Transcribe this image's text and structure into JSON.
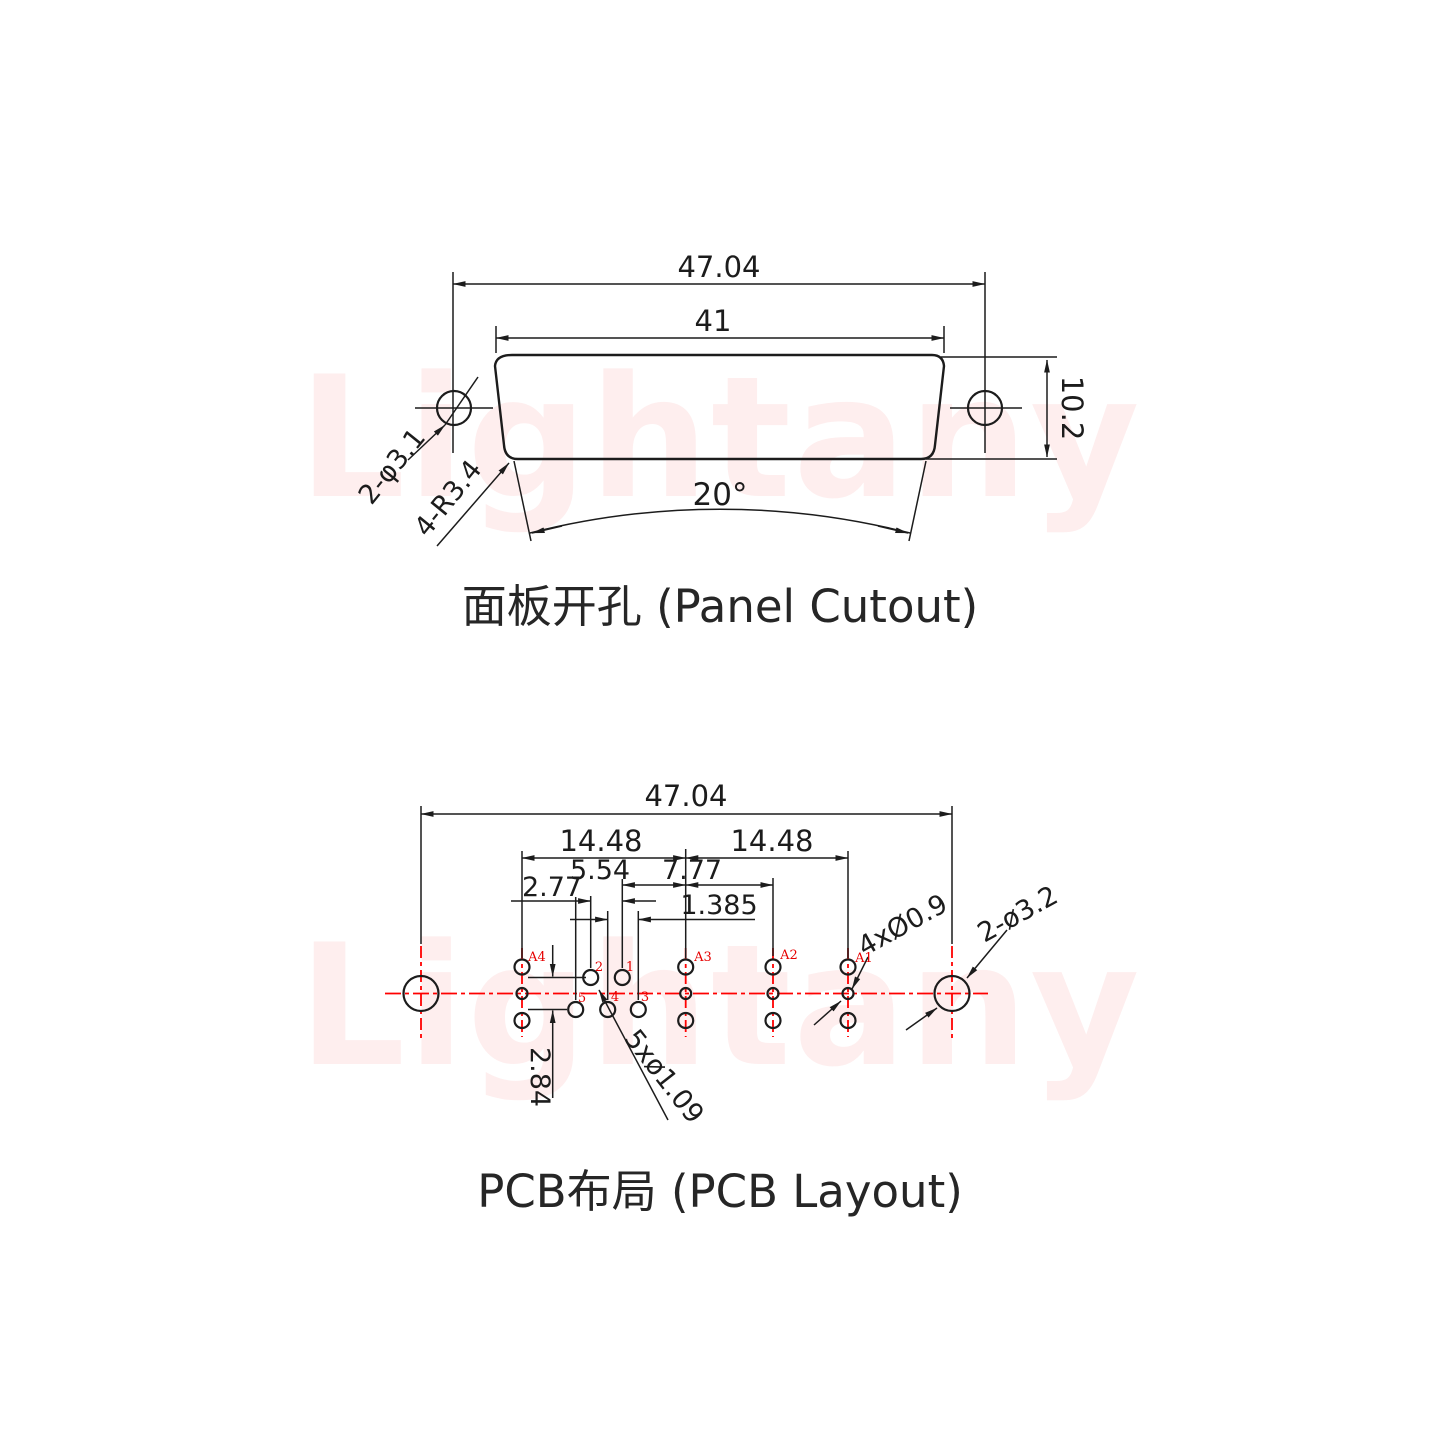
{
  "watermark": "Lightany",
  "colors": {
    "line": "#1c1c1c",
    "centerline": "#ff0000",
    "label_red": "#e60000",
    "watermark": "rgba(242,90,90,0.10)"
  },
  "panel_cutout": {
    "title": "面板开孔 (Panel Cutout)",
    "dim_overall": "47.04",
    "dim_opening": "41",
    "dim_height": "10.2",
    "dim_angle": "20°",
    "label_mount_holes": "2-φ3.1",
    "label_corner_radius": "4-R3.4"
  },
  "pcb_layout": {
    "title": "PCB布局 (PCB Layout)",
    "dim_overall": "47.04",
    "dim_left_span": "14.48",
    "dim_right_span": "14.48",
    "dim_pin_to_center": "5.54",
    "dim_a3_to_a2": "7.77",
    "dim_pin_pitch": "2.77",
    "dim_row_stagger": "1.385",
    "dim_row_gap": "2.84",
    "label_signal_holes": "5xø1.09",
    "label_coax_holes": "4xØ0.9",
    "label_mount_holes": "2-ø3.2",
    "contact_labels": [
      "A4",
      "A3",
      "A2",
      "A1"
    ],
    "pin_labels": [
      "1",
      "2",
      "3",
      "4",
      "5"
    ]
  }
}
